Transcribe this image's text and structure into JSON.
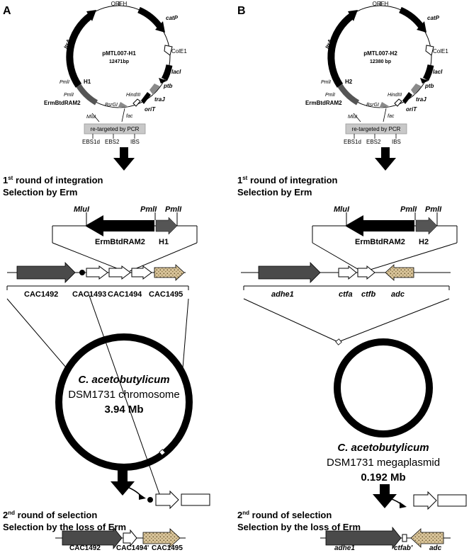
{
  "panels": [
    {
      "letter": "A",
      "plasmid": {
        "name": "pMTL007-H1",
        "size": "12471bp",
        "orfh": "ORFH",
        "catp": "catP",
        "cole1": "ColE1",
        "lacl": "lacI",
        "ptb": "ptb",
        "traj": "traJ",
        "orit": "oriT",
        "ltra": "ltrA",
        "pml_top": "PmlI",
        "homology": "H1",
        "pml_bottom": "PmlI",
        "erm": "ErmBtdRAM2",
        "bsrgi": "BsrGI",
        "hindiii": "HindIII",
        "fac": "fac",
        "mlui": "MluI",
        "pcr_box": "re-targeted by PCR",
        "ebs1d": "EBS1d",
        "ebs2": "EBS2",
        "ibs": "IBS"
      },
      "round1": {
        "sup": "st",
        "pre": "1",
        "line1": "round of integration",
        "line2": "Selection by Erm"
      },
      "insert": {
        "mlu": "MluI",
        "pml1": "PmlI",
        "pml2": "PmlI",
        "erm": "ErmBtdRAM2",
        "h": "H1"
      },
      "genes": [
        "CAC1492",
        "CAC1493",
        "CAC1494",
        "CAC1495"
      ],
      "chromosome": {
        "species": "C. acetobutylicum",
        "line2": "DSM1731 chromosome",
        "line3": "3.94 Mb"
      },
      "round2": {
        "sup": "nd",
        "pre": "2",
        "line1": "round of selection",
        "line2": "Selection by the loss of Erm"
      },
      "final_genes": [
        "CAC1492",
        "CAC1494'",
        "CAC1495"
      ]
    },
    {
      "letter": "B",
      "plasmid": {
        "name": "pMTL007-H2",
        "size": "12380 bp",
        "orfh": "ORFH",
        "catp": "catP",
        "cole1": "ColE1",
        "lacl": "lacI",
        "ptb": "ptb",
        "traj": "traJ",
        "orit": "oriT",
        "ltra": "ltrA",
        "pml_top": "PmlI",
        "homology": "H2",
        "pml_bottom": "PmlI",
        "erm": "ErmBtdRAM2",
        "bsrgi": "BsrGI",
        "hindiii": "HindIII",
        "fac": "fac",
        "mlui": "MluI",
        "pcr_box": "re-targeted by PCR",
        "ebs1d": "EBS1d",
        "ebs2": "EBS2",
        "ibs": "IBS"
      },
      "round1": {
        "sup": "st",
        "pre": "1",
        "line1": "round of integration",
        "line2": "Selection by Erm"
      },
      "insert": {
        "mlu": "MluI",
        "pml1": "PmlI",
        "pml2": "PmlI",
        "erm": "ErmBtdRAM2",
        "h": "H2"
      },
      "genes": [
        "adhe1",
        "ctfa",
        "ctfb",
        "adc"
      ],
      "chromosome": {
        "species": "C. acetobutylicum",
        "line2": "DSM1731 megaplasmid",
        "line3": "0.192 Mb"
      },
      "round2": {
        "sup": "nd",
        "pre": "2",
        "line1": "round of selection",
        "line2": "Selection by the loss of Erm"
      },
      "final_genes": [
        "adhe1",
        "ctfab'",
        "adc"
      ]
    }
  ],
  "colors": {
    "dark_gene": "#4a4a4a",
    "black": "#000000",
    "grey_arrow": "#8a8a8a",
    "pcr_box": "#c8c8c8",
    "hatch_fill": "#d9c49a"
  }
}
